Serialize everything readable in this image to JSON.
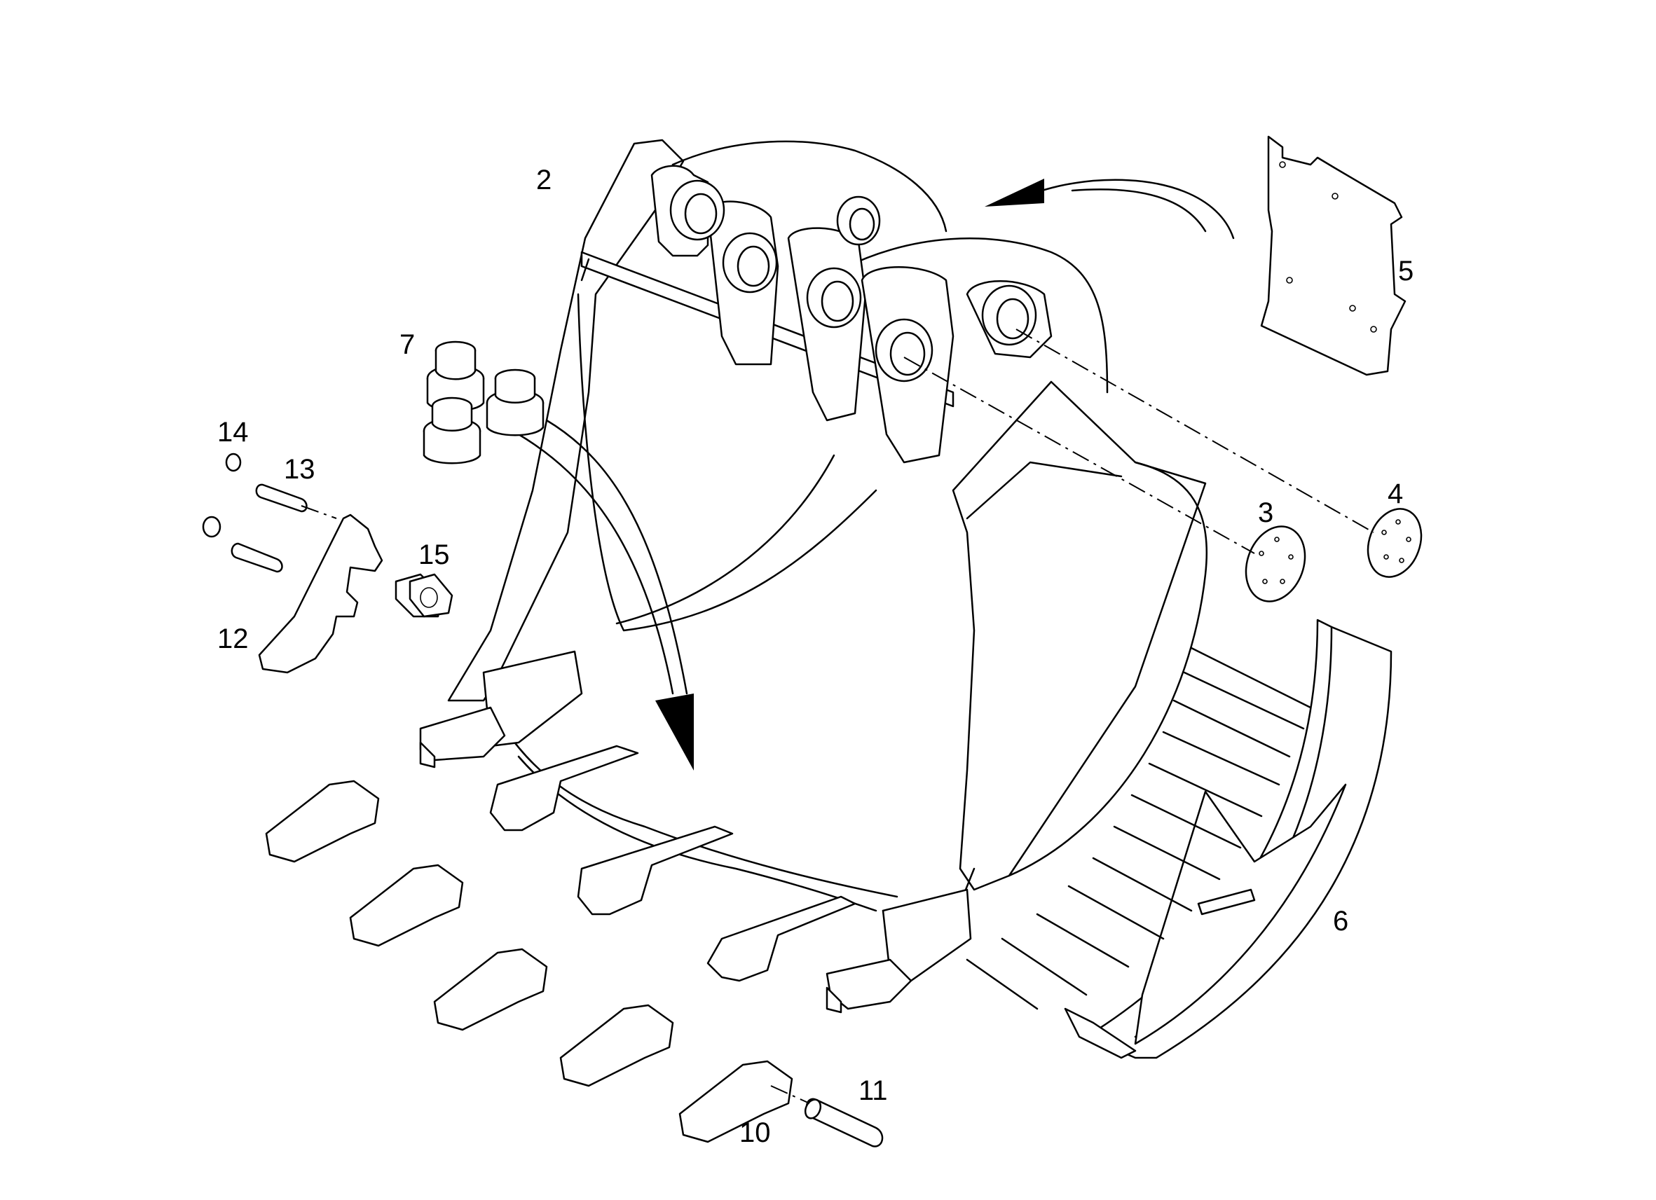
{
  "callouts": {
    "c2": "2",
    "c3": "3",
    "c4": "4",
    "c5": "5",
    "c6": "6",
    "c7": "7",
    "c10": "10",
    "c11": "11",
    "c12": "12",
    "c13": "13",
    "c14": "14",
    "c15": "15"
  },
  "colors": {
    "line": "#000000",
    "background": "#ffffff"
  }
}
